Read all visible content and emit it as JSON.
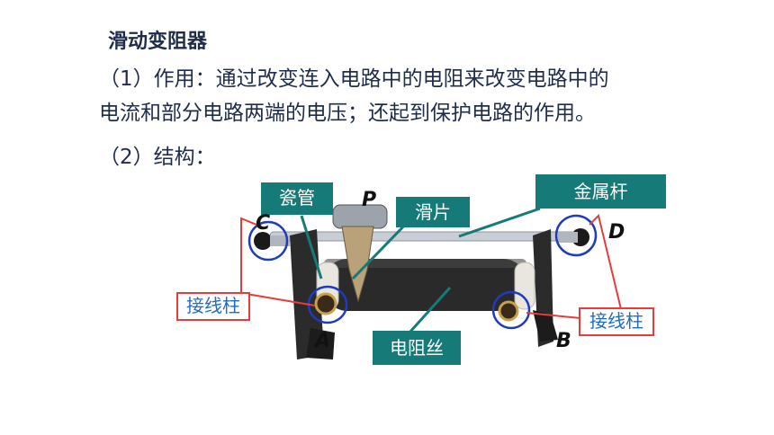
{
  "heading": "滑动变阻器",
  "text": {
    "line1": "（1）作用：通过改变连入电路中的电阻来改变电路中的",
    "line2": "电流和部分电路两端的电压；还起到保护电路的作用。",
    "line3": "（2）结构："
  },
  "diagram": {
    "callouts": {
      "porcelain_tube": "瓷管",
      "slider": "滑片",
      "metal_rod": "金属杆",
      "resistance_wire": "电阻丝"
    },
    "terminal_label_left": "接线柱",
    "terminal_label_right": "接线柱",
    "letters": {
      "A": "A",
      "B": "B",
      "C": "C",
      "D": "D",
      "P": "P"
    },
    "colors": {
      "callout_bg": "#157a78",
      "red_line": "#e63c3c",
      "circle_blue": "#1f3bbf",
      "label_blue": "#1f6cc2"
    }
  }
}
